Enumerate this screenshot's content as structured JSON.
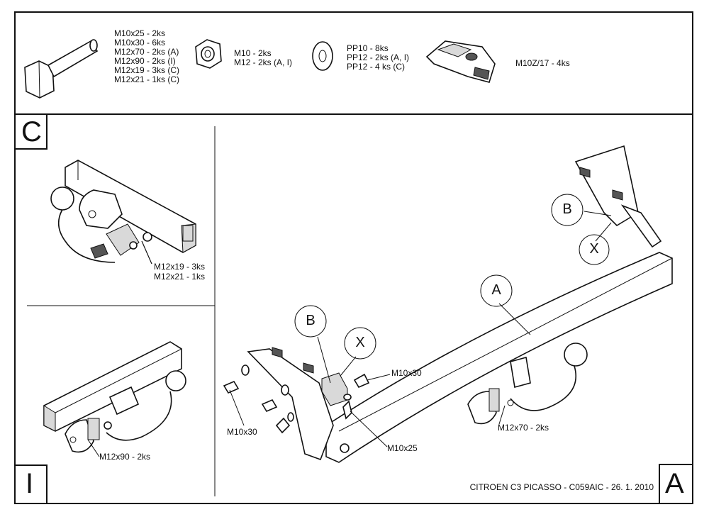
{
  "hardware": {
    "bolts": [
      "M10x25 - 2ks",
      "M10x30 - 6ks",
      "M12x70 - 2ks (A)",
      "M12x90 - 2ks (I)",
      "M12x19 - 3ks (C)",
      "M12x21 - 1ks (C)"
    ],
    "nuts": [
      "M10 - 2ks",
      "M12 - 2ks (A, I)"
    ],
    "washers": [
      "PP10 - 8ks",
      "PP12 - 2ks (A, I)",
      "PP12 - 4 ks (C)"
    ],
    "cage_nut": "M10Z/17 - 4ks"
  },
  "panels": {
    "c": {
      "letter": "C",
      "label1": "M12x19 - 3ks",
      "label2": "M12x21 - 1ks"
    },
    "i": {
      "letter": "I",
      "label1": "M12x90 - 2ks"
    },
    "a": {
      "letter": "A",
      "callout_a": "A",
      "callout_b1": "B",
      "callout_x1": "X",
      "callout_b2": "B",
      "callout_x2": "X",
      "m10x30_left": "M10x30",
      "m10x30_right": "M10x30",
      "m10x25": "M10x25",
      "m12x70": "M12x70 - 2ks"
    }
  },
  "title_block": "CITROEN C3 PICASSO - C059AIC - 26. 1. 2010"
}
